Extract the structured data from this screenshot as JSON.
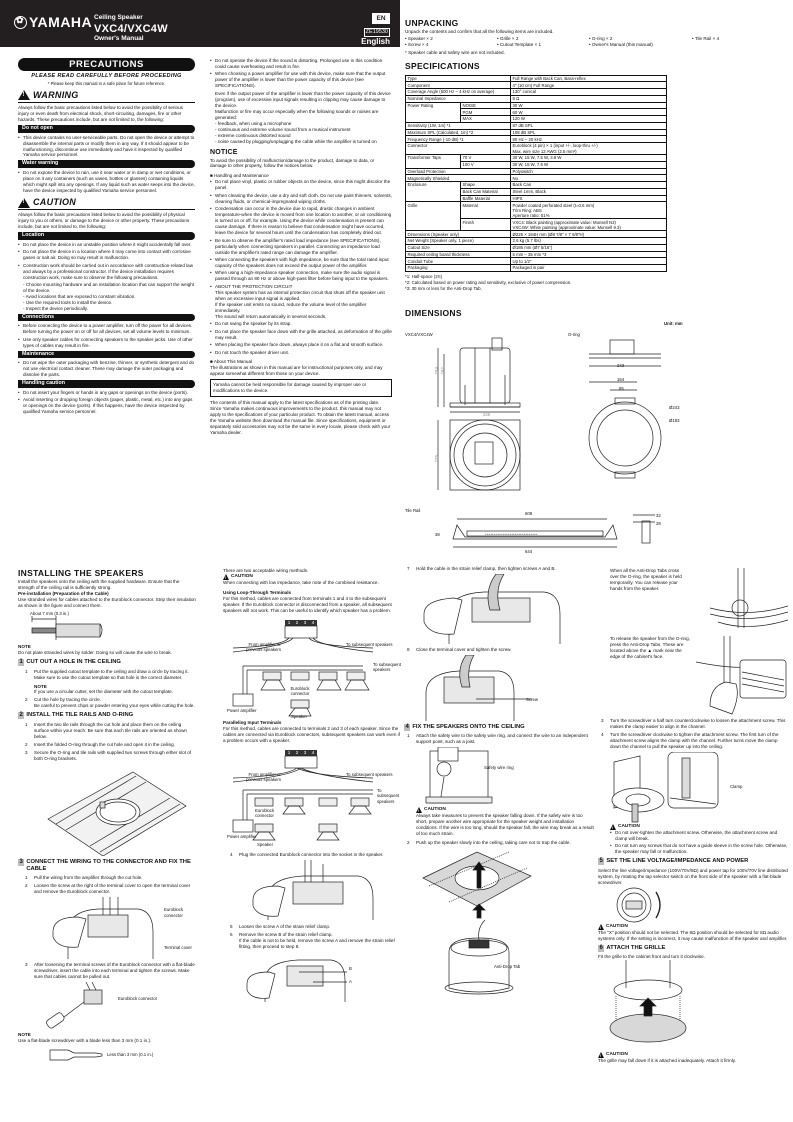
{
  "header": {
    "brand": "YAMAHA",
    "product_type": "Ceiling Speaker",
    "model": "VXC4/VXC4W",
    "doc_type": "Owner's Manual",
    "lang_badge": "EN",
    "doc_code": "ZE19530",
    "language": "English"
  },
  "precautions": {
    "title": "PRECAUTIONS",
    "subtitle": "PLEASE READ CAREFULLY BEFORE PROCEEDING",
    "keep_note": "* Please keep this manual in a safe place for future reference.",
    "warning": {
      "title": "WARNING",
      "intro": "Always follow the basic precautions listed below to avoid the possibility of serious injury or even death from electrical shock, short-circuiting, damages, fire or other hazards. These precautions include, but are not limited to, the following:",
      "categories": [
        {
          "label": "Do not open",
          "items": [
            "This device contains no user-serviceable parts. Do not open the device or attempt to disassemble the internal parts or modify them in any way. If it should appear to be malfunctioning, discontinue use immediately and have it inspected by qualified Yamaha service personnel."
          ]
        },
        {
          "label": "Water warning",
          "items": [
            "Do not expose the device to rain, use it near water or in damp or wet conditions, or place on it any containers (such as vases, bottles or glasses) containing liquids which might spill into any openings. If any liquid such as water seeps into the device, have the device inspected by qualified Yamaha service personnel."
          ]
        }
      ]
    },
    "caution": {
      "title": "CAUTION",
      "intro": "Always follow the basic precautions listed below to avoid the possibility of physical injury to you or others, or damage to the device or other property. These precautions include, but are not limited to, the following:",
      "location": {
        "label": "Location",
        "items": [
          "Do not place the device in an unstable position where it might accidentally fall over.",
          "Do not place the device in a location where it may come into contact with corrosive gases or salt air. Doing so may result in malfunction.",
          "Construction work should be carried out in accordance with construction-related law and always by a professional constructor. If the device installation requires construction work, make sure to observe the following precautions."
        ],
        "subitems": [
          "Choose mounting hardware and an installation location that can support the weight of the device.",
          "Avoid locations that are exposed to constant vibration.",
          "Use the required tools to install the device.",
          "Inspect the device periodically."
        ]
      },
      "connections": {
        "label": "Connections",
        "items": [
          "Before connecting the device to a power amplifier, turn off the power for all devices. Before turning the power on or off for all devices, set all volume levels to minimum.",
          "Use only speaker cables for connecting speakers to the speaker jacks. Use of other types of cables may result in fire."
        ]
      },
      "maintenance": {
        "label": "Maintenance",
        "items": [
          "Do not wipe the outer packaging with benzine, thinner, or synthetic detergent and do not use electrical contact cleaner. These may damage the outer packaging and dissolve the parts."
        ]
      },
      "handling": {
        "label": "Handling caution",
        "items": [
          "Do not insert your fingers or hands in any gaps or openings on the device (ports).",
          "Avoid inserting or dropping foreign objects (paper, plastic, metal, etc.) into any gaps or openings on the device (ports). If this happens, have the device inspected by qualified Yamaha service personnel."
        ]
      }
    }
  },
  "col2": {
    "items": [
      "Do not operate the device if the sound is distorting. Prolonged use in this condition could cause overheating and result in fire.",
      "When choosing a power amplifier for use with this device, make sure that the output power of the amplifier is lower than the power capacity of this device (see SPECIFICATIONS)."
    ],
    "para1": "Even if the output power of the amplifier is lower than the power capacity of this device (program), use of excessive input signals resulting in clipping may cause damage to the device.",
    "para2": "Malfunction or fire may occur especially when the following sounds or noises are generated:",
    "dashes": [
      "feedback, when using a microphone",
      "continuous and extreme volume sound from a musical instrument",
      "extreme continuous distorted sound",
      "noise caused by plugging/unplugging the cable while the amplifier is turned on"
    ],
    "notice": {
      "title": "NOTICE",
      "intro": "To avoid the possibility of malfunction/damage to the product, damage to data, or damage to other property, follow the notices below.",
      "handling_title": "Handling and Maintenance",
      "items": [
        "Do not place vinyl, plastic or rubber objects on the device, since this might discolor the panel.",
        "When cleaning the device, use a dry and soft cloth. Do not use paint thinners, solvents, cleaning fluids, or chemical-impregnated wiping cloths.",
        "Condensation can occur in the device due to rapid, drastic changes in ambient temperature-when the device is moved from one location to another, or air conditioning is turned on or off, for example. Using the device while condensation is present can cause damage. If there is reason to believe that condensation might have occurred, leave the device for several hours until the condensation has completely dried out.",
        "Be sure to observe the amplifier's rated load impedance (see SPECIFICATIONS), particularly when connecting speakers in parallel. Connecting an impedance load outside the amplifier's rated range can damage the amplifier.",
        "When connecting the speakers with high impedance, be sure that the total rated input capacity of the speakers does not exceed the output power of the amplifier.",
        "When using a high-impedance speaker connection, make sure the audio signal is passed through an 80 Hz or above high-pass filter before being input to the speakers.",
        "ABOUT THE PROTECTION CIRCUIT"
      ],
      "protection": [
        "This speaker system has an internal protection circuit that shuts off the speaker unit when an excessive input signal is applied.",
        "If the speaker unit emits no sound, reduce the volume level of the amplifier immediately.",
        "The sound will return automatically in several seconds."
      ],
      "items2": [
        "Do not swing the speaker by its strap.",
        "Do not place the speaker face down with the grille attached, as deformation of the grille may result.",
        "When placing the speaker face down, always place it on a flat and smooth surface.",
        "Do not touch the speaker driver unit."
      ]
    },
    "about": {
      "title": "About This Manual",
      "text": "The illustrations as shown in this manual are for instructional purposes only, and may appear somewhat different from those on your device.",
      "box": "Yamaha cannot be held responsible for damage caused by improper use or modifications to the device.",
      "contents": "The contents of this manual apply to the latest specifications as of the printing date. Since Yamaha makes continuous improvements to the product, this manual may not apply to the specifications of your particular product. To obtain the latest manual, access the Yamaha website then download the manual file. Since specifications, equipment or separately sold accessories may not be the same in every locale, please check with your Yamaha dealer."
    }
  },
  "unpacking": {
    "title": "UNPACKING",
    "intro": "Unpack the contents and confirm that all the following items are included.",
    "items": [
      "Speaker × 2",
      "Grille × 2",
      "O-ring × 2",
      "Tile Rail × 4",
      "Screw × 4",
      "Cutout Template × 1",
      "Owner's Manual (this manual)"
    ],
    "note": "* Speaker cable and safety wire are not included."
  },
  "specifications": {
    "title": "SPECIFICATIONS",
    "rows": [
      {
        "label": "Type",
        "value": "Full Range with Back Can, Bass-reflex"
      },
      {
        "label": "Component",
        "value": "4\" (10 cm) Full Range"
      },
      {
        "label": "Coverage Angle (500 Hz – 4 kHz on average)",
        "value": "130° conical"
      },
      {
        "label": "Nominal Impedance",
        "value": "8 Ω"
      },
      {
        "label": "Power Rating",
        "sub": "NOISE",
        "value": "30 W"
      },
      {
        "sub": "PGM",
        "value": "60 W"
      },
      {
        "sub": "MAX",
        "value": "120 W"
      },
      {
        "label": "Sensitivity (1W, 1m) *1",
        "value": "87 dB SPL"
      },
      {
        "label": "Maximum SPL (Calculated, 1m) *2",
        "value": "108 dB SPL"
      },
      {
        "label": "Frequency Range (-10 dB) *1",
        "value": "80 Hz – 20 kHz"
      },
      {
        "label": "Connector",
        "value": "Euroblock (4 pin) × 1 (input +/-, loop-thru +/-)",
        "value2": "Max. wire size 12 AWG (2.5 mm²)"
      },
      {
        "label": "Transformer Taps",
        "sub": "70 V",
        "value": "30 W, 15 W, 7.5 W, 3.8 W"
      },
      {
        "sub": "100 V",
        "value": "30 W, 15 W, 7.5 W"
      },
      {
        "label": "Overload Protection",
        "value": "Polyswitch"
      },
      {
        "label": "Magnetically Shielded",
        "value": "No"
      },
      {
        "label": "Enclosure",
        "sub": "Shape",
        "value": "Back Can"
      },
      {
        "sub": "Back Can Material",
        "value": "Steel 1mm, Black"
      },
      {
        "sub": "Baffle Material",
        "value": "HIPS"
      },
      {
        "label": "Grille",
        "sub": "Material",
        "value": "Powder coated perforated steel (t=0.6 mm)",
        "value2": "Trim Ring: ABS",
        "value3": "Aperture ratio: 51%"
      },
      {
        "sub": "Finish",
        "value": "VXC4: Black painting (approximate value: Munsell N3)",
        "value2": "VXC4W: White painting (approximate value: Munsell 9.3)"
      },
      {
        "label": "Dimensions (Speaker only)",
        "value": "Ø225 × 194H mm (Ø8 7/8\" × 7 5/8\"H)"
      },
      {
        "label": "Net Weight (Speaker only, 1 piece)",
        "value": "2.6 kg (5.7 lbs)"
      },
      {
        "label": "Cutout Size",
        "value": "Ø186 mm (Ø7 5/16\")"
      },
      {
        "label": "Required ceiling board thickness",
        "value": "5 mm – 35 mm *3"
      },
      {
        "label": "Conduit Tube",
        "value": "Up to 1/2\""
      },
      {
        "label": "Packaging",
        "value": "Packaged in pair"
      }
    ],
    "footnotes": [
      "*1: Half-space (2π)",
      "*2: Calculated based on power rating and sensitivity, exclusive of power compression.",
      "*3: 30 mm or less for the Anti-Drop Tab."
    ]
  },
  "dimensions": {
    "title": "DIMENSIONS",
    "unit": "Unit: mm",
    "speaker_label": "VXC4/VXC4W",
    "oring_label": "O-ring",
    "tilerail_label": "Tile Rail",
    "speaker_dims": {
      "h1": "194",
      "h2": "182",
      "w": "225",
      "d": "225"
    },
    "oring_dims": {
      "w": "243",
      "a": "164",
      "b": "85",
      "d1": "Ø243",
      "d2": "Ø183"
    },
    "rail_dims": {
      "inner": "608",
      "outer": "644",
      "h": "38",
      "w1": "32",
      "w2": "28"
    }
  },
  "install": {
    "title": "INSTALLING THE SPEAKERS",
    "intro": "Install the speakers onto the ceiling with the supplied hardware. Ensure that the strength of the ceiling rail is sufficiently strong.",
    "pre_title": "Pre-installation (Preparation of the Cable)",
    "pre_text": "Use stranded wires for cables attached to the Euroblock connector. Strip their insulation as shown in the figure and connect them.",
    "strip_label": "About 7 mm (0.3 in.)",
    "note_title": "NOTE",
    "note_text": "Do not plate stranded wires by solder. Doing so will cause the wire to break.",
    "step1": {
      "num": "1",
      "title": "CUT OUT A HOLE IN THE CEILING",
      "s1": "Put the supplied cutout template to the ceiling and draw a circle by tracing it.",
      "s1b": "Make sure to use the cutout template so that hole is the correct diameter.",
      "note_title": "NOTE",
      "note": "If you use a circular cutter, set the diameter with the cutout template.",
      "s2": "Cut the hole by tracing the circle.",
      "s2b": "Be careful to prevent chips or powder entering your eyes while cutting the hole."
    },
    "step2": {
      "num": "2",
      "title": "INSTALL THE TILE RAILS AND O-RING",
      "s1": "Insert the two tile rails through the cut hole and place them on the ceiling surface within your reach. Be sure that each tile rails are oriented as shown below.",
      "s2": "Insert the folded O-ring through the cut hole and open it in the ceiling.",
      "s3": "Secure the O-ring and tile rails with supplied two screws through either slot of both O-ring brackets."
    },
    "step3": {
      "num": "3",
      "title": "CONNECT THE WIRING TO THE CONNECTOR AND FIX THE CABLE",
      "s1": "Pull the wiring from the amplifier through the cut hole.",
      "s2": "Loosen the screw at the right of the terminal cover to open the terminal cover and remove the Euroblock connector.",
      "label_euro": "Euroblock connector",
      "label_cover": "Terminal cover",
      "s3": "After loosening the terminal screws of the Euroblock connector with a flat-blade screwdriver, insert the cable into each terminal and tighten the screws. Make sure that cables cannot be pulled out.",
      "label_euro2": "Euroblock connector",
      "note_title": "NOTE",
      "note": "Use a flat-blade screwdriver with a blade less than 3 mm (0.1 in.).",
      "label_blade": "Less than 3 mm (0.1 in.)"
    }
  },
  "wiring": {
    "intro": "There are two acceptable wiring methods.",
    "caution_title": "CAUTION",
    "caution_text": "When connecting with low impedance, take note of the combined resistance.",
    "loop_title": "Using Loop-Through Terminals",
    "loop_text": "For this method, cables are connected from terminals 1 and 4 to the subsequent speaker. If the Euroblock connector is disconnected from a speaker, all subsequent speakers will not work. This can be useful to identify which speaker has a problem.",
    "parallel_title": "Paralleling Input Terminals",
    "parallel_text": "For this method, cables are connected to terminals 2 and 3 of each speaker. Since the cables are connected via Euroblock connectors, subsequent speakers can work even if a problem occurs with a speaker.",
    "terminals": [
      "1",
      "2",
      "3",
      "4"
    ],
    "from_label": "From amplifier or previous speakers",
    "to_label": "To subsequent speakers",
    "power_amp": "Power amplifier",
    "euroblock": "Euroblock connector",
    "speaker": "Speaker",
    "s4": "Plug the connected Euroblock connector into the socket in the speaker.",
    "s5": "Loosen the screw A of the strain relief clamp.",
    "s6": "Remove the screw B of the strain relief clamp.",
    "s6b": "If the cable is not to be held, remove the screw A and remove the strain relief fitting, then proceed to step 8.",
    "label_a": "A",
    "label_b": "B"
  },
  "col3": {
    "s7": "Hold the cable in the strain relief clamp, then tighten screws A and B.",
    "s8": "Close the terminal cover and tighten the screw.",
    "screw_label": "Screw",
    "step4": {
      "num": "4",
      "title": "FIX THE SPEAKERS ONTO THE CEILING",
      "s1": "Attach the safety wire to the safety wire ring, and connect the wire to an independent support point, such as a joist.",
      "safety_label": "Safety wire ring",
      "caution_title": "CAUTION",
      "caution": "Always take measures to prevent the speaker falling down. If the safety wire is too short, prepare another wire appropriate for the speaker weight and installation conditions. If the wire is too long, should the speaker fall, the wire may break as a result of too much strain.",
      "s2": "Push up the speaker slowly into the ceiling, taking care not to trap the cable.",
      "antidrop_label": "Anti-Drop Tab"
    }
  },
  "col4": {
    "anti_drop_text": "When all the Anti-Drop Tabs cross over the O-ring, the speaker is held temporarily. You can release your hands from the speaker.",
    "release_text": "To release the speaker from the O-ring, press the Anti-Drop Tabs. These are located above the ▲ mark near the edge of the cabinet's face.",
    "s3": "Turn the screwdriver a half turn counterclockwise to loosen the attachment screw. This makes the clamp easier to align in the channel.",
    "s4": "Turn the screwdriver clockwise to tighten the attachment screw. The first turn of the attachment screw aligns the clamp with the channel. Further turns move the clamp down the channel to pull the speaker up into the ceiling.",
    "clamp_label": "Clamp",
    "caution_title": "CAUTION",
    "cautions": [
      "Do not over-tighten the attachment screw. Otherwise, the attachment screw and clamp will break.",
      "Do not turn any screws that do not have a guide sleeve in the screw hole. Otherwise, the speaker may fall or malfunction."
    ],
    "step5": {
      "num": "5",
      "title": "SET THE LINE VOLTAGE/IMPEDANCE AND POWER",
      "text": "Select the line voltage/impedance (100V/70V/8Ω) and power tap for 100V/70V line distributed system, by rotating the tap selector switch on the front side of the speaker with a flat-blade screwdriver.",
      "caution_title": "CAUTION",
      "caution": "The \"X\" position should not be selected. The 8Ω position should be selected for 8Ω audio systems only. If the setting is incorrect, it may cause malfunction of the speaker and amplifier."
    },
    "step6": {
      "num": "6",
      "title": "ATTACH THE GRILLE",
      "text": "Fit the grille to the cabinet front and turn it clockwise.",
      "caution_title": "CAUTION",
      "caution": "The grille may fall down if it is attached inadequately. Attach it firmly."
    }
  }
}
